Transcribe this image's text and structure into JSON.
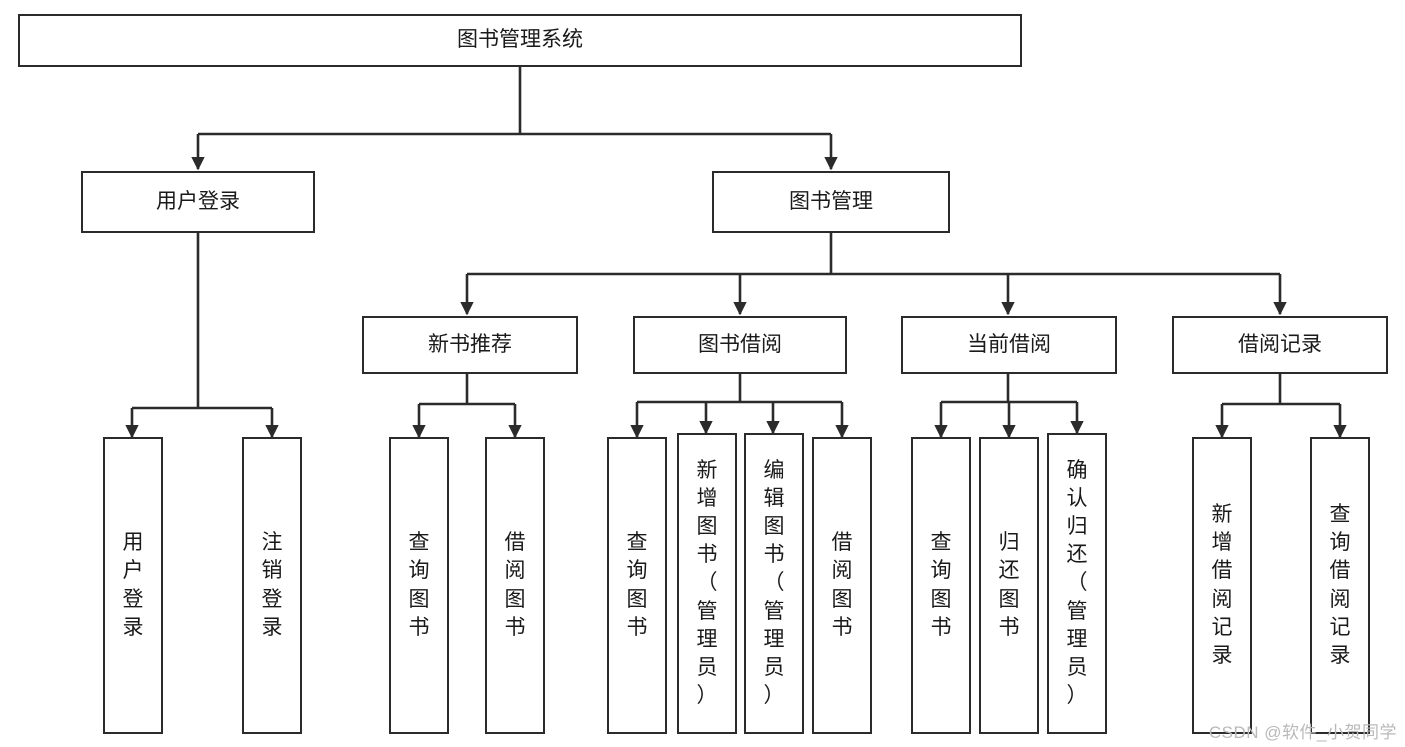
{
  "diagram": {
    "title": "图书管理系统",
    "type": "tree-hierarchy-chart",
    "colors": {
      "box_border": "#2b2b2b",
      "box_fill": "#ffffff",
      "edge": "#2b2b2b",
      "text": "#1a1a1a",
      "watermark": "#b9b9b9",
      "background": "#ffffff"
    }
  },
  "root": {
    "label": "图书管理系统"
  },
  "level2": [
    {
      "id": "user-login",
      "label": "用户登录"
    },
    {
      "id": "book-management",
      "label": "图书管理"
    }
  ],
  "level3": [
    {
      "id": "new-book-recommend",
      "label": "新书推荐"
    },
    {
      "id": "book-borrow",
      "label": "图书借阅"
    },
    {
      "id": "current-borrow",
      "label": "当前借阅"
    },
    {
      "id": "borrow-record",
      "label": "借阅记录"
    }
  ],
  "leaves": {
    "user_login": [
      {
        "id": "leaf-user-login",
        "label": "用户登录"
      },
      {
        "id": "leaf-logout",
        "label": "注销登录"
      }
    ],
    "new_book_recommend": [
      {
        "id": "leaf-query-book-1",
        "label": "查询图书"
      },
      {
        "id": "leaf-borrow-book-1",
        "label": "借阅图书"
      }
    ],
    "book_borrow": [
      {
        "id": "leaf-query-book-2",
        "label": "查询图书"
      },
      {
        "id": "leaf-add-book",
        "label": "新增图书（管理员）"
      },
      {
        "id": "leaf-edit-book",
        "label": "编辑图书（管理员）"
      },
      {
        "id": "leaf-borrow-book-2",
        "label": "借阅图书"
      }
    ],
    "current_borrow": [
      {
        "id": "leaf-query-book-3",
        "label": "查询图书"
      },
      {
        "id": "leaf-return-book",
        "label": "归还图书"
      },
      {
        "id": "leaf-confirm-return",
        "label": "确认归还（管理员）"
      }
    ],
    "borrow_record": [
      {
        "id": "leaf-add-record",
        "label": "新增借阅记录"
      },
      {
        "id": "leaf-query-record",
        "label": "查询借阅记录"
      }
    ]
  },
  "watermark": {
    "text": "CSDN @软件_小贺同学"
  }
}
